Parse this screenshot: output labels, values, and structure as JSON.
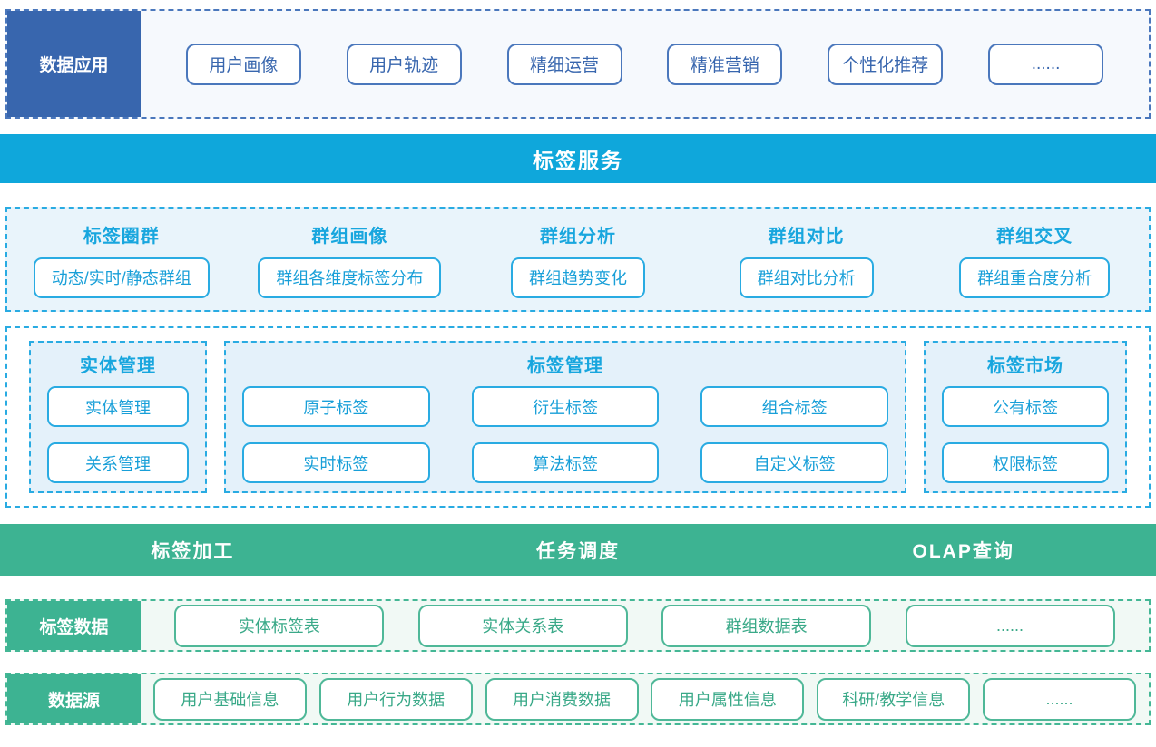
{
  "app_row": {
    "label": "数据应用",
    "items": [
      "用户画像",
      "用户轨迹",
      "精细运营",
      "精准营销",
      "个性化推荐",
      "......"
    ]
  },
  "service_banner": {
    "title": "标签服务"
  },
  "analysis_row": {
    "columns": [
      {
        "title": "标签圈群",
        "box": "动态/实时/静态群组"
      },
      {
        "title": "群组画像",
        "box": "群组各维度标签分布"
      },
      {
        "title": "群组分析",
        "box": "群组趋势变化"
      },
      {
        "title": "群组对比",
        "box": "群组对比分析"
      },
      {
        "title": "群组交叉",
        "box": "群组重合度分析"
      }
    ]
  },
  "management_row": {
    "sections": [
      {
        "title": "实体管理",
        "boxes": [
          "实体管理",
          "关系管理"
        ]
      },
      {
        "title": "标签管理",
        "boxes": [
          "原子标签",
          "衍生标签",
          "组合标签",
          "实时标签",
          "算法标签",
          "自定义标签"
        ]
      },
      {
        "title": "标签市场",
        "boxes": [
          "公有标签",
          "权限标签"
        ]
      }
    ]
  },
  "process_banner": {
    "items": [
      "标签加工",
      "任务调度",
      "OLAP查询"
    ]
  },
  "tag_data_row": {
    "label": "标签数据",
    "items": [
      "实体标签表",
      "实体关系表",
      "群组数据表",
      "......"
    ]
  },
  "source_row": {
    "label": "数据源",
    "items": [
      "用户基础信息",
      "用户行为数据",
      "用户消费数据",
      "用户属性信息",
      "科研/教学信息",
      "......"
    ]
  },
  "colors": {
    "primary_blue": "#3866AE",
    "blue_border": "#4A77BC",
    "cyan_banner": "#0FA7DB",
    "cyan_border": "#29ABE2",
    "cyan_text": "#189FD8",
    "green": "#3DB392",
    "green_border": "#4FB898",
    "section_blue_bg": "#E9F4FB",
    "inner_blue_bg": "#E4F1FA",
    "row_green_bg": "#F1F9F5",
    "top_row_bg": "#F6F9FD"
  }
}
